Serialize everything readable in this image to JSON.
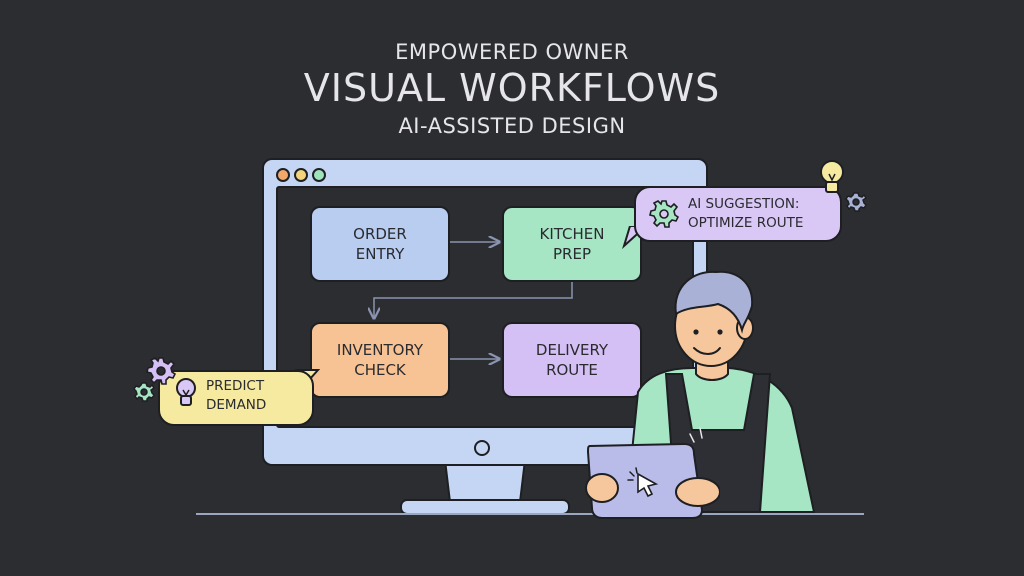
{
  "header": {
    "overline": "EMPOWERED OWNER",
    "title": "VISUAL WORKFLOWS",
    "subtitle": "AI-ASSISTED DESIGN"
  },
  "workflow": {
    "nodes": [
      {
        "id": "order-entry",
        "label": "ORDER\nENTRY",
        "color": "#b9cdf1"
      },
      {
        "id": "kitchen-prep",
        "label": "KITCHEN\nPREP",
        "color": "#a6e6c4"
      },
      {
        "id": "inventory-check",
        "label": "INVENTORY\nCHECK",
        "color": "#f8c394"
      },
      {
        "id": "delivery-route",
        "label": "DELIVERY\nROUTE",
        "color": "#d5c0f5"
      }
    ]
  },
  "bubbles": {
    "suggestion": {
      "text": "AI SUGGESTION:\nOPTIMIZE ROUTE",
      "color": "#d9c7f5"
    },
    "predict": {
      "text": "PREDICT\nDEMAND",
      "color": "#f6eaa0"
    }
  },
  "colors": {
    "background": "#2c2d31",
    "monitor": "#c4d6f3",
    "outline": "#1e1f22",
    "window_dots": [
      "#f3a86b",
      "#f2d47a",
      "#9fe3bd"
    ],
    "apron": "#2d2f35",
    "shirt": "#a6e6c4",
    "hair": "#a9b2d6",
    "skin": "#f6c79d",
    "tablet": "#b9bbe8"
  },
  "icons": [
    "gear-icon",
    "lightbulb-icon",
    "cursor-icon"
  ]
}
